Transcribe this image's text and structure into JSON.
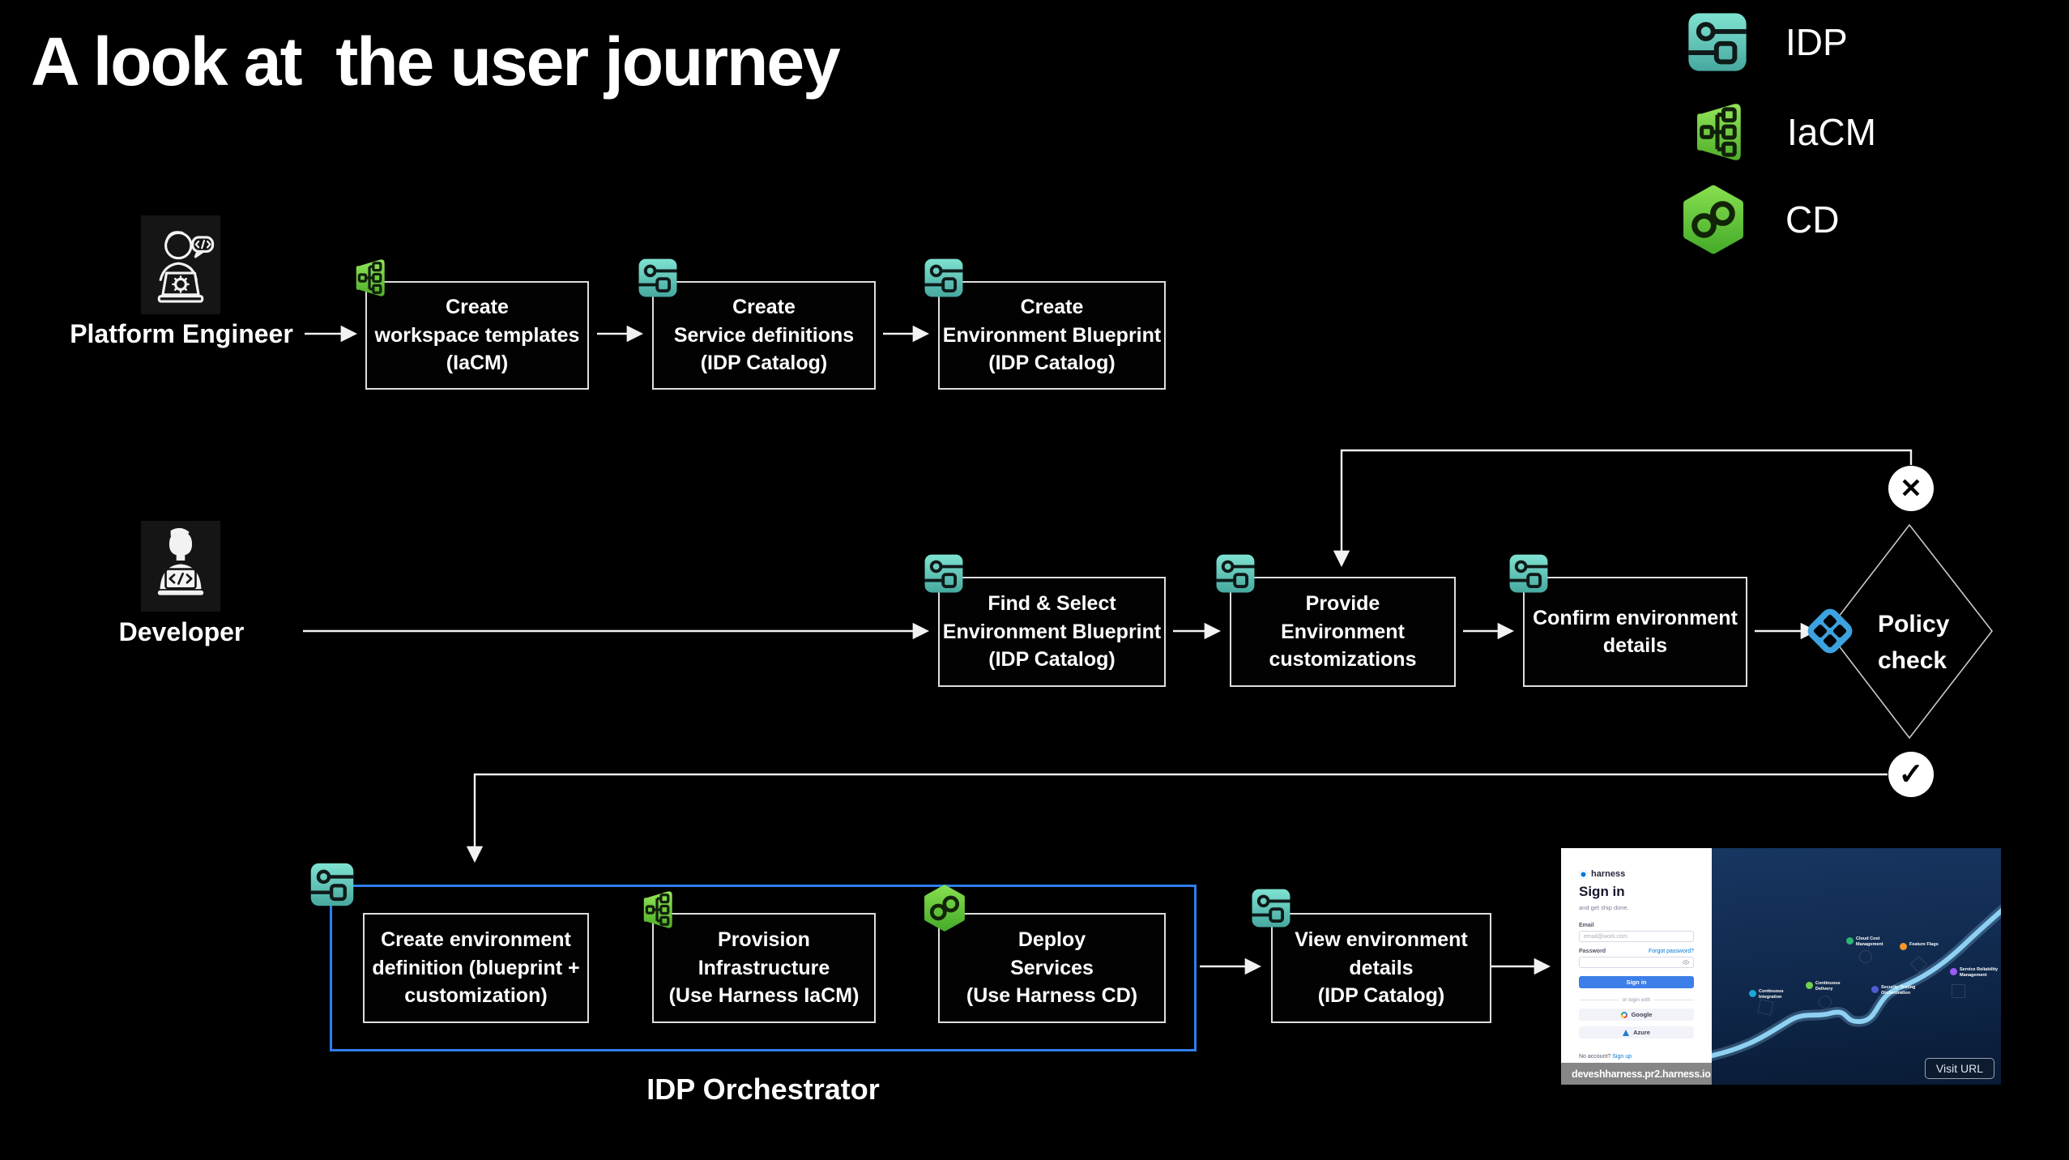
{
  "slide": {
    "title": "A look at  the user journey"
  },
  "legend": {
    "items": [
      {
        "id": "idp",
        "label": "IDP"
      },
      {
        "id": "iacm",
        "label": "IaCM"
      },
      {
        "id": "cd",
        "label": "CD"
      }
    ]
  },
  "actors": {
    "platform_engineer": "Platform Engineer",
    "developer": "Developer"
  },
  "steps": {
    "create_workspace": {
      "text": "Create\nworkspace templates\n(IaCM)",
      "icon": "iacm-icon"
    },
    "create_service_defs": {
      "text": "Create\nService definitions\n(IDP Catalog)",
      "icon": "idp-icon"
    },
    "create_env_blueprint": {
      "text": "Create\nEnvironment Blueprint\n(IDP Catalog)",
      "icon": "idp-icon"
    },
    "find_select_blueprint": {
      "text": "Find & Select\nEnvironment Blueprint\n(IDP Catalog)",
      "icon": "idp-icon"
    },
    "provide_customizations": {
      "text": "Provide\nEnvironment\ncustomizations",
      "icon": "idp-icon"
    },
    "confirm_details": {
      "text": "Confirm environment\ndetails",
      "icon": "idp-icon"
    },
    "create_env_definition": {
      "text": "Create environment\ndefinition (blueprint +\ncustomization)",
      "icon": "none"
    },
    "provision_infra": {
      "text": "Provision\nInfrastructure\n(Use Harness IaCM)",
      "icon": "iacm-icon"
    },
    "deploy_services": {
      "text": "Deploy\nServices\n(Use Harness CD)",
      "icon": "cd-icon"
    },
    "view_env_details": {
      "text": "View environment\ndetails\n(IDP Catalog)",
      "icon": "idp-icon"
    }
  },
  "decision": {
    "label": "Policy\ncheck",
    "fail_glyph": "✕",
    "pass_glyph": "✓",
    "policy_icon_color": "#3da2e0"
  },
  "orchestrator": {
    "label": "IDP Orchestrator",
    "border_color": "#2d7ff0"
  },
  "colors": {
    "idp_teal_top": "#7fe3d2",
    "idp_teal_bottom": "#46a89f",
    "iacm_green_top": "#93e558",
    "iacm_green_bottom": "#4fae2a",
    "cd_green_top": "#84dd4d",
    "cd_green_bottom": "#47ad2b",
    "connector": "#f2f2f2"
  },
  "browser": {
    "signin": {
      "brand": "harness",
      "title": "Sign in",
      "subtitle": "and get ship done.",
      "email_label": "Email",
      "email_placeholder": "email@work.com",
      "password_label": "Password",
      "forgot_link": "Forgot password?",
      "signin_button": "Sign in",
      "divider": "or login with",
      "google_button": "Google",
      "azure_button": "Azure",
      "no_account": "No account?",
      "signup_link": "Sign up"
    },
    "modules": [
      {
        "id": "ci",
        "label": "Continuous\nIntegration",
        "color": "#1aa6d9"
      },
      {
        "id": "cd",
        "label": "Continuous\nDelivery",
        "color": "#6fd34d"
      },
      {
        "id": "ccm",
        "label": "Cloud Cost\nManagement",
        "color": "#2bb573"
      },
      {
        "id": "ff",
        "label": "Feature Flags",
        "color": "#f39826"
      },
      {
        "id": "sto",
        "label": "Security Testing\nOrchestration",
        "color": "#4f5bd5"
      },
      {
        "id": "srm",
        "label": "Service Reliability\nManagement",
        "color": "#9a5cf5"
      }
    ],
    "url": "deveshharness.pr2.harness.io",
    "visit_button": "Visit URL"
  }
}
